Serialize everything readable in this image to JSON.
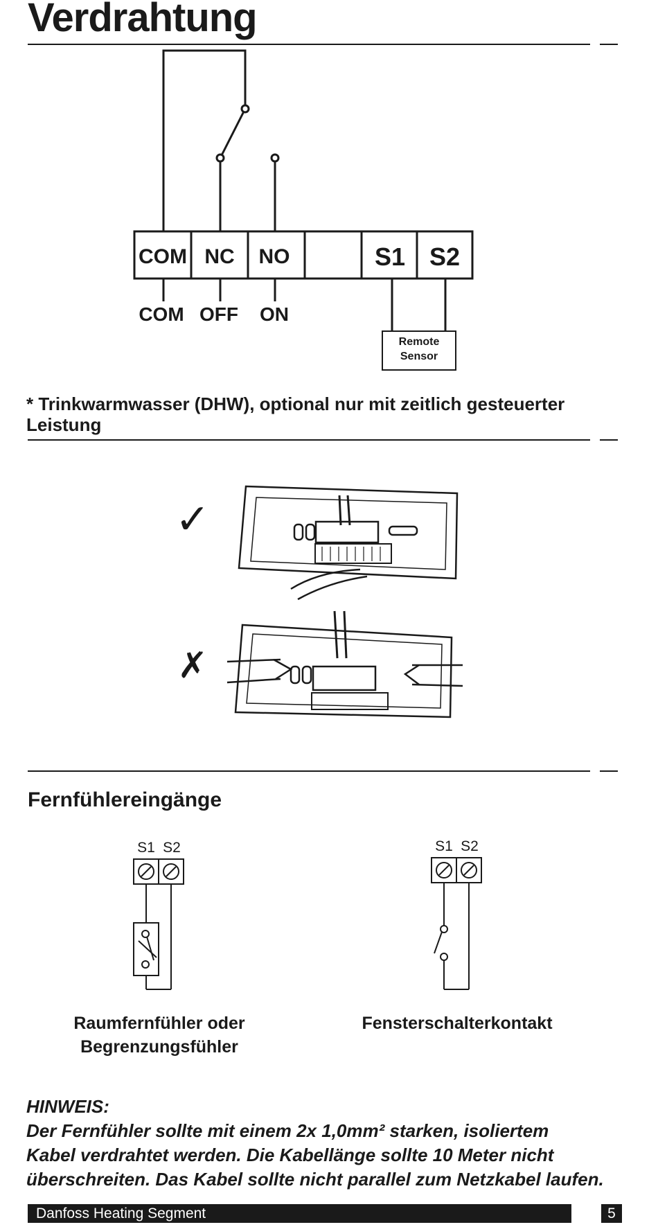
{
  "page": {
    "title": "Verdrahtung",
    "footer_brand": "Danfoss Heating Segment",
    "page_number": "5"
  },
  "wiring": {
    "terminals": [
      "COM",
      "NC",
      "NO",
      "",
      "S1",
      "S2"
    ],
    "outputs": [
      "COM",
      "OFF",
      "ON"
    ],
    "sensor_box": [
      "Remote",
      "Sensor"
    ]
  },
  "dhw_note": "* Trinkwarmwasser (DHW), optional nur mit zeitlich gesteuerter Leistung",
  "cable_entry": {
    "correct_mark": "✓",
    "wrong_mark": "✗"
  },
  "remote_inputs": {
    "heading": "Fernfühlereingänge",
    "left": {
      "terminal_labels": [
        "S1",
        "S2"
      ],
      "caption_line1": "Raumfernfühler oder",
      "caption_line2": "Begrenzungsfühler"
    },
    "right": {
      "terminal_labels": [
        "S1",
        "S2"
      ],
      "caption": "Fensterschalterkontakt"
    }
  },
  "hinweis": {
    "label": "HINWEIS:",
    "line1": "Der Fernfühler sollte mit einem 2x 1,0mm² starken, isoliertem",
    "line2": "Kabel verdrahtet werden. Die Kabellänge sollte 10 Meter nicht",
    "line3": "überschreiten. Das Kabel sollte nicht parallel zum Netzkabel laufen."
  }
}
